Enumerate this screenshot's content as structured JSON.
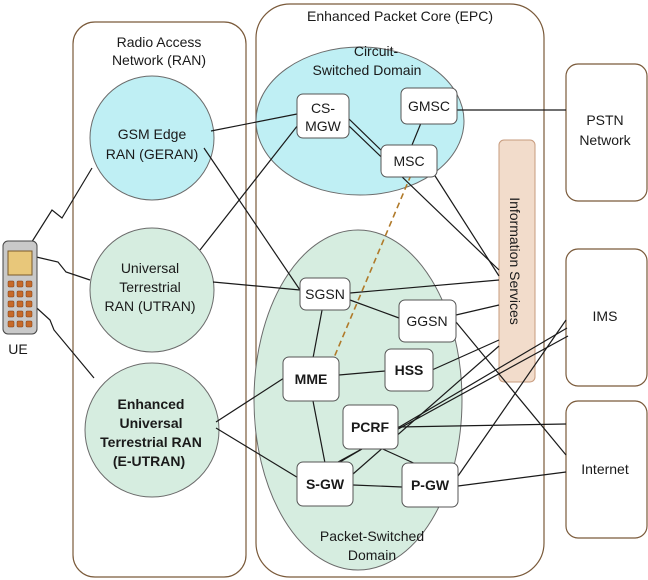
{
  "colors": {
    "cyan_fill": "#bfeff4",
    "green_fill": "#d6ede0",
    "tan_fill": "#f2dccb",
    "tan_border": "#c79b7d",
    "line": "#1a1a1a",
    "dashed_link": "#b07a2a"
  },
  "ran": {
    "title": [
      "Radio Access",
      "Network (RAN)"
    ],
    "geran": [
      "GSM  Edge",
      "RAN  (GERAN)"
    ],
    "utran": [
      "Universal",
      "Terrestrial",
      "RAN  (UTRAN)"
    ],
    "eutran": [
      "Enhanced",
      "Universal",
      "Terrestrial RAN",
      "(E-UTRAN)"
    ]
  },
  "epc": {
    "title": "Enhanced Packet Core (EPC)",
    "circuit_domain": [
      "Circuit-",
      "Switched  Domain"
    ],
    "packet_domain": [
      "Packet-Switched",
      "Domain"
    ],
    "info_services": "Information Services"
  },
  "nodes": {
    "csmgw": [
      "CS-",
      "MGW"
    ],
    "gmsc": "GMSC",
    "msc": "MSC",
    "sgsn": "SGSN",
    "ggsn": "GGSN",
    "mme": "MME",
    "hss": "HSS",
    "pcrf": "PCRF",
    "sgw": "S-GW",
    "pgw": "P-GW"
  },
  "external": {
    "pstn": [
      "PSTN",
      "Network"
    ],
    "ims": "IMS",
    "internet": "Internet"
  },
  "ue": {
    "label": "UE",
    "icon": "mobile-phone-icon"
  }
}
